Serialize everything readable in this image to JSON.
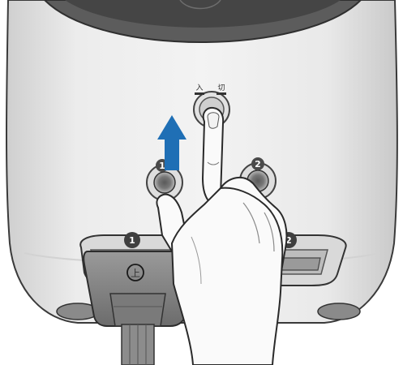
{
  "illustration": {
    "switch_labels": {
      "on": "入",
      "off": "切"
    },
    "outlet_1_number": "1",
    "outlet_2_number": "2",
    "plug_number_1": "1",
    "plug_number_2": "2",
    "plug_mark": "上"
  },
  "colors": {
    "body": "#e9e9e9",
    "arrow": "#1f6fb5",
    "skin": "#fafafa",
    "dark_gray": "#5a5a5a"
  }
}
